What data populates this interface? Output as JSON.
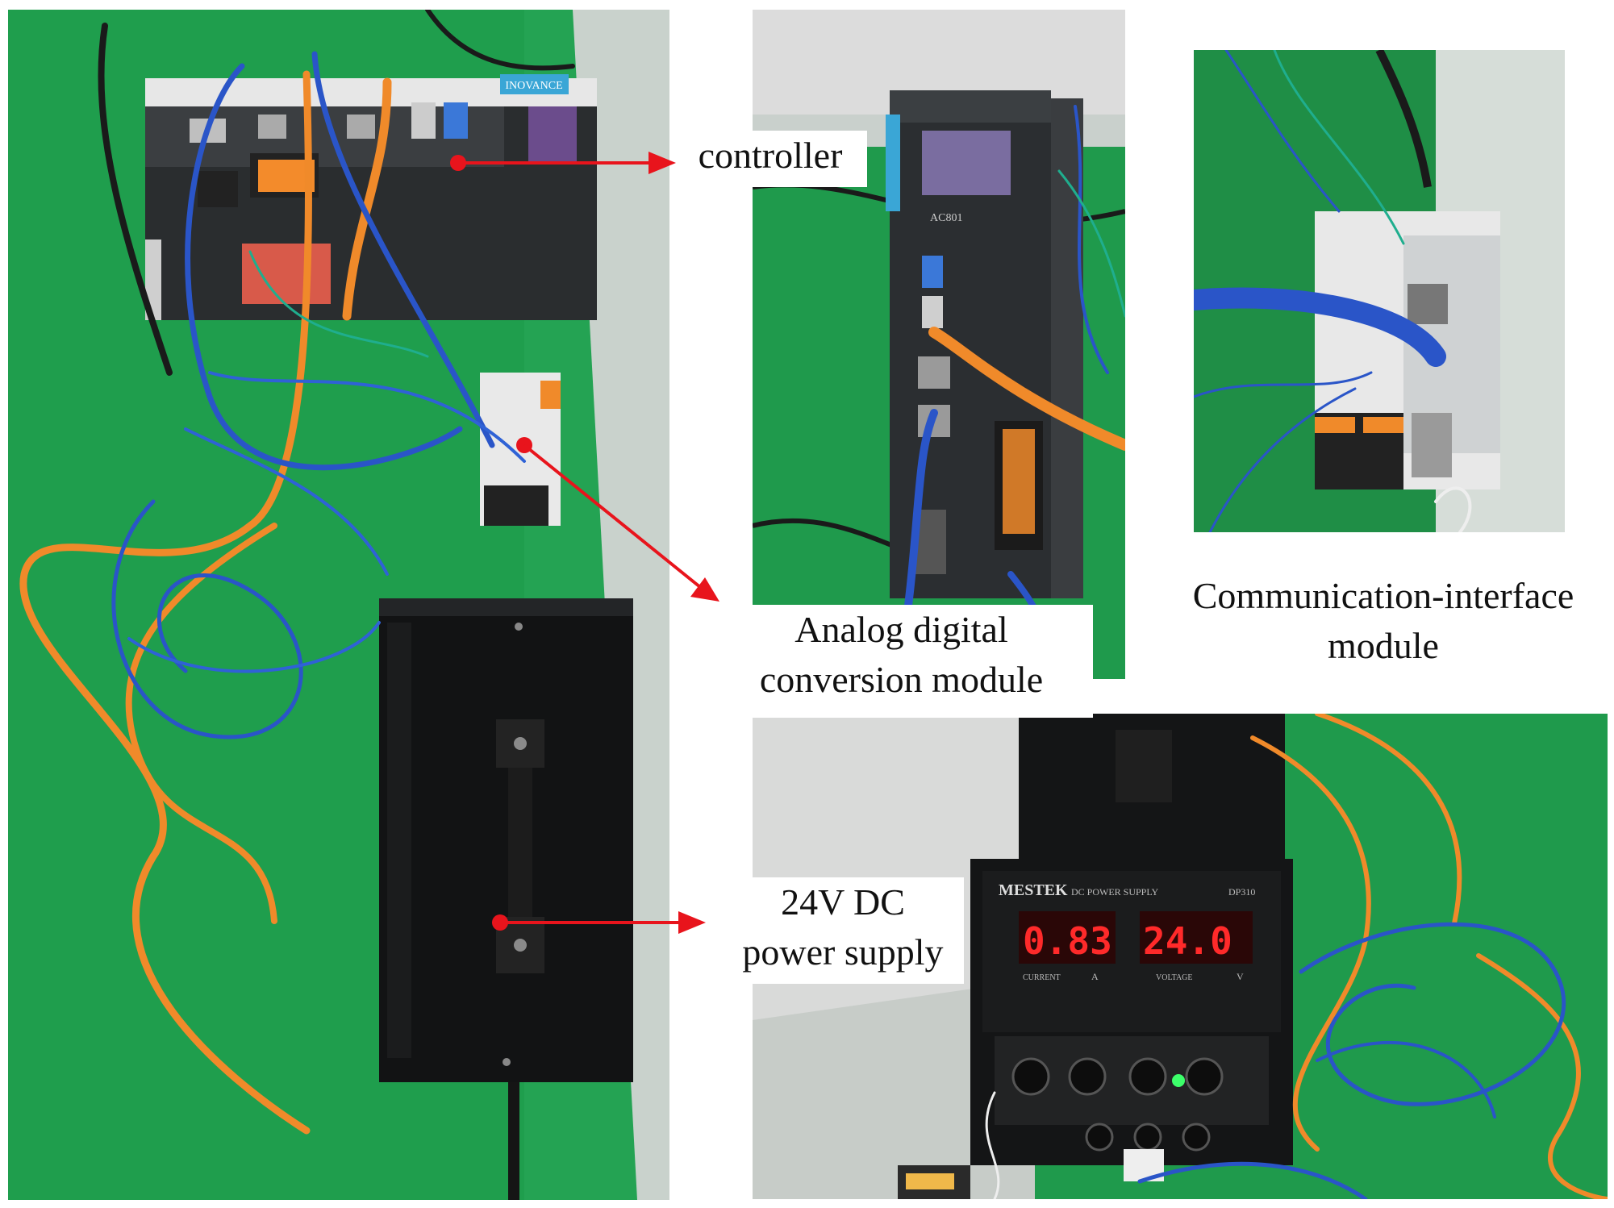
{
  "labels": {
    "controller": "controller",
    "adc_line1": "Analog digital",
    "adc_line2": "conversion module",
    "comm_line1": "Communication-interface",
    "comm_line2": "module",
    "psu_line1": "24V DC",
    "psu_line2": "power supply"
  },
  "device_text": {
    "brand_logo": "INOVANCE",
    "controller_model": "AC801",
    "psu_brand": "MESTEK",
    "psu_title": "DC POWER SUPPLY",
    "psu_model": "DP310",
    "current_reading": "0.83",
    "current_label": "CURRENT",
    "current_unit": "A",
    "voltage_reading": "24.0",
    "voltage_label": "VOLTAGE",
    "voltage_unit": "V"
  },
  "colors": {
    "bench_green": "#1f9a4c",
    "arrow_red": "#e8141c",
    "cable_orange": "#f08a2a",
    "cable_blue": "#2a55c8",
    "display_red": "#ff2a2a"
  }
}
